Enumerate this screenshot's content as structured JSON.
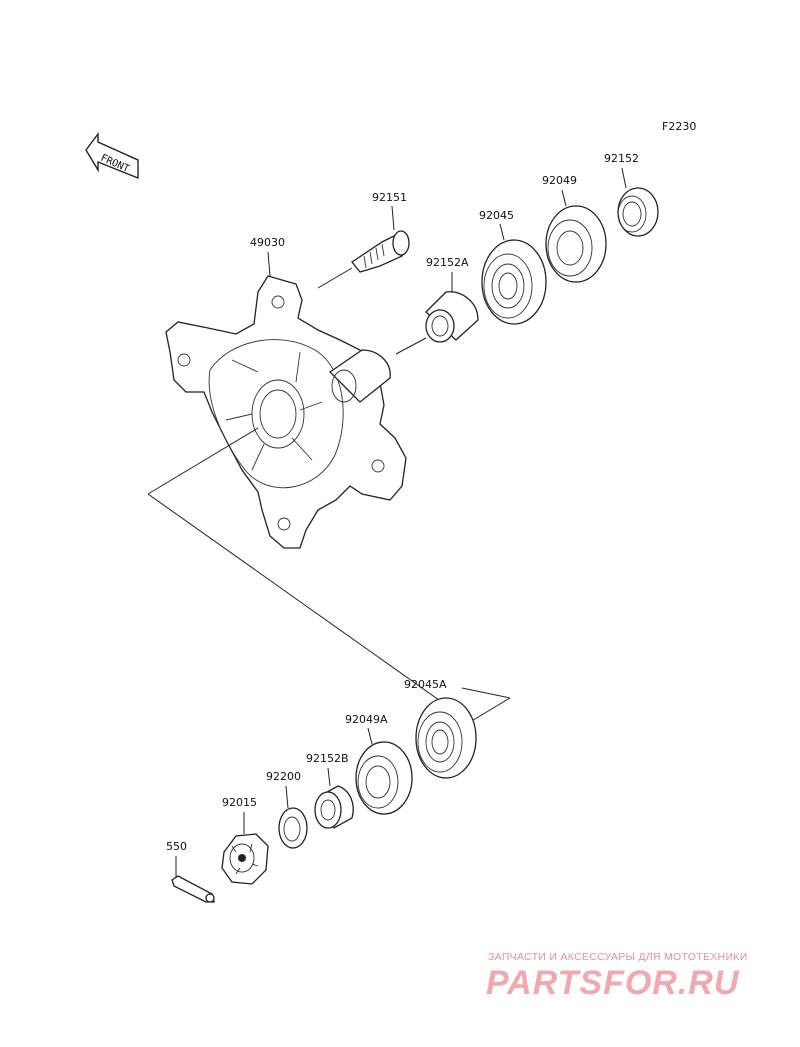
{
  "diagram": {
    "code": "F2230",
    "front_label": "FRONT",
    "parts": [
      {
        "id": "49030"
      },
      {
        "id": "92151"
      },
      {
        "id": "92152A"
      },
      {
        "id": "92045"
      },
      {
        "id": "92049"
      },
      {
        "id": "92152"
      },
      {
        "id": "92045A"
      },
      {
        "id": "92049A"
      },
      {
        "id": "92152B"
      },
      {
        "id": "92200"
      },
      {
        "id": "92015"
      },
      {
        "id": "550"
      }
    ]
  },
  "watermark": {
    "tagline": "ЗАПЧАСТИ И АКСЕССУАРЫ ДЛЯ МОТОТЕХНИКИ",
    "logo": "PARTSFOR.RU"
  }
}
